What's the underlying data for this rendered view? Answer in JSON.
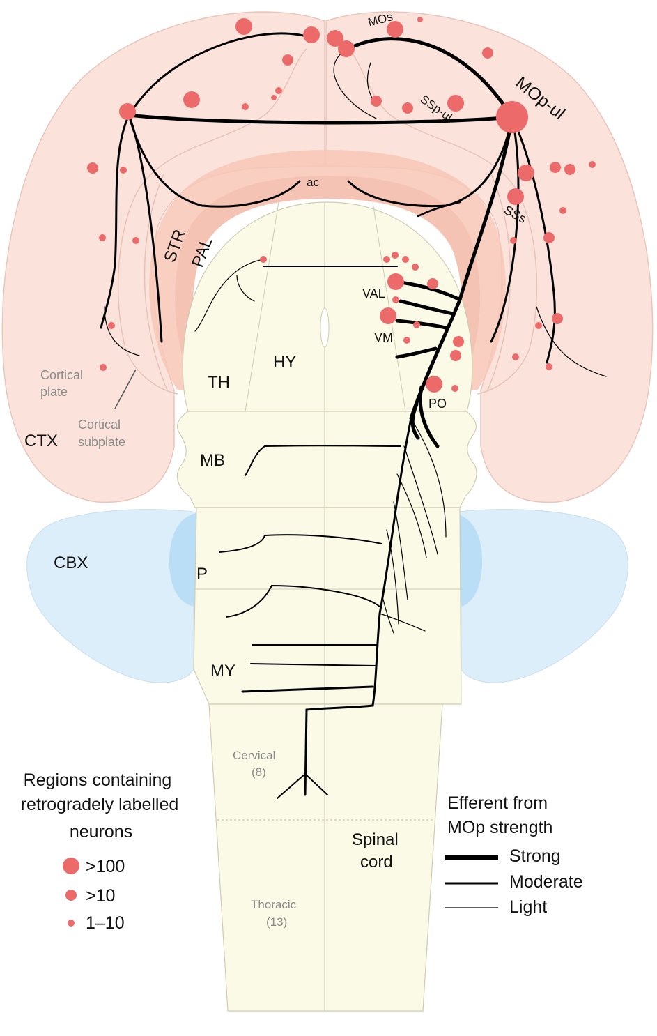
{
  "colors": {
    "cortex": "#fbe3dc",
    "cortex_stroke": "#e9c5bb",
    "striatum": "#f7c7b6",
    "pallidum": "#f3b8a6",
    "thalamus_midbrain": "#fbfae6",
    "brainstem_stroke": "#cfccb4",
    "cerebellum": "#dceefa",
    "cerebellum_nuclei": "#b9def5",
    "neuron_dot": "#ec6a6a",
    "axon": "#000000"
  },
  "regions": {
    "ctx": "CTX",
    "cortical_plate": [
      "Cortical",
      "plate"
    ],
    "cortical_subplate": [
      "Cortical",
      "subplate"
    ],
    "str": "STR",
    "pal": "PAL",
    "ac": "ac",
    "mos": "MOs",
    "ssp_ul": "SSp-ul",
    "mop_ul": "MOp-ul",
    "sss": "SSs",
    "val": "VAL",
    "vm": "VM",
    "po": "PO",
    "hy": "HY",
    "th": "TH",
    "mb": "MB",
    "cbx": "CBX",
    "p": "P",
    "my": "MY",
    "cervical": [
      "Cervical",
      "(8)"
    ],
    "thoracic": [
      "Thoracic",
      "(13)"
    ],
    "spinal_cord": [
      "Spinal",
      "cord"
    ]
  },
  "legend_neurons": {
    "title": [
      "Regions containing",
      "retrogradely labelled",
      "neurons"
    ],
    "items": [
      {
        "label": ">100",
        "size": "large"
      },
      {
        "label": ">10",
        "size": "medium"
      },
      {
        "label": "1–10",
        "size": "small"
      }
    ]
  },
  "legend_efferent": {
    "title": [
      "Efferent from",
      "MOp strength"
    ],
    "items": [
      {
        "label": "Strong",
        "weight": "strong"
      },
      {
        "label": "Moderate",
        "weight": "moderate"
      },
      {
        "label": "Light",
        "weight": "light"
      }
    ]
  }
}
